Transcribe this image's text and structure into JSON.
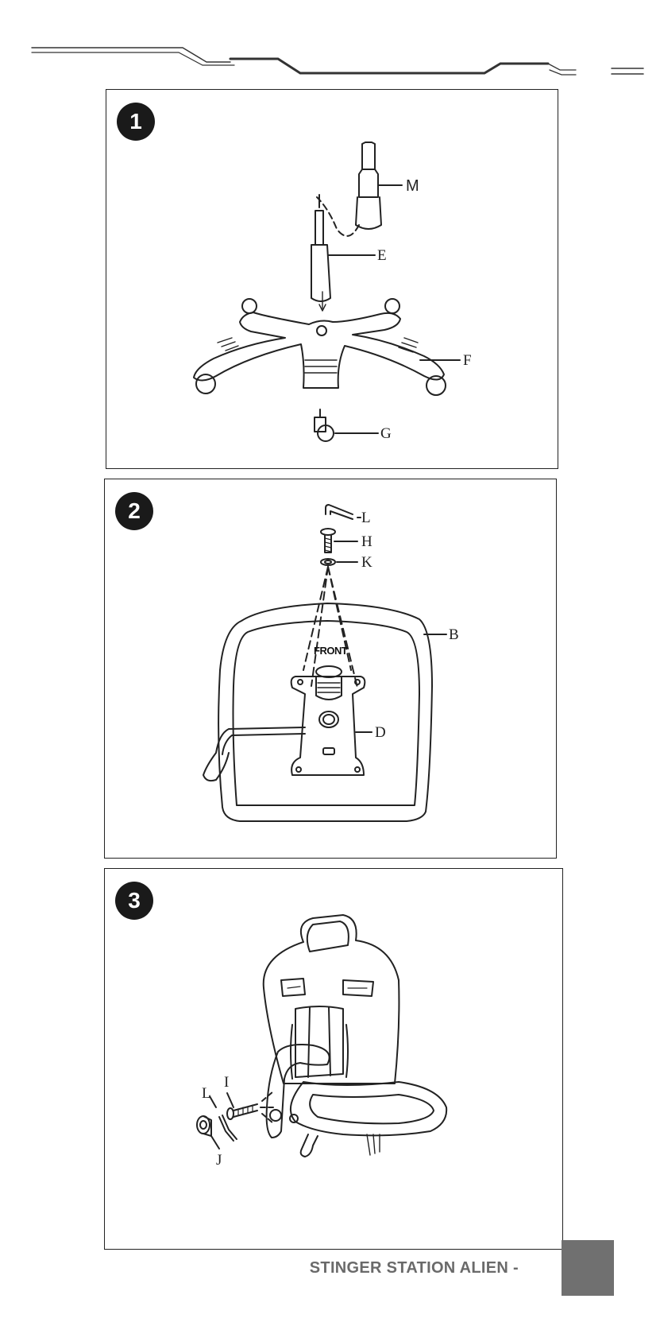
{
  "steps": [
    {
      "number": "1",
      "labels": {
        "m": "M",
        "e": "E",
        "f": "F",
        "g": "G"
      }
    },
    {
      "number": "2",
      "labels": {
        "l": "L",
        "h": "H",
        "k": "K",
        "b": "B",
        "d": "D"
      },
      "front_text": "FRONT"
    },
    {
      "number": "3",
      "labels": {
        "i": "I",
        "l": "L",
        "j": "J"
      }
    }
  ],
  "footer": {
    "title": "STINGER STATION ALIEN -"
  },
  "colors": {
    "ink": "#222222",
    "footer_gray": "#707070",
    "footer_text": "#6a6a6a"
  }
}
